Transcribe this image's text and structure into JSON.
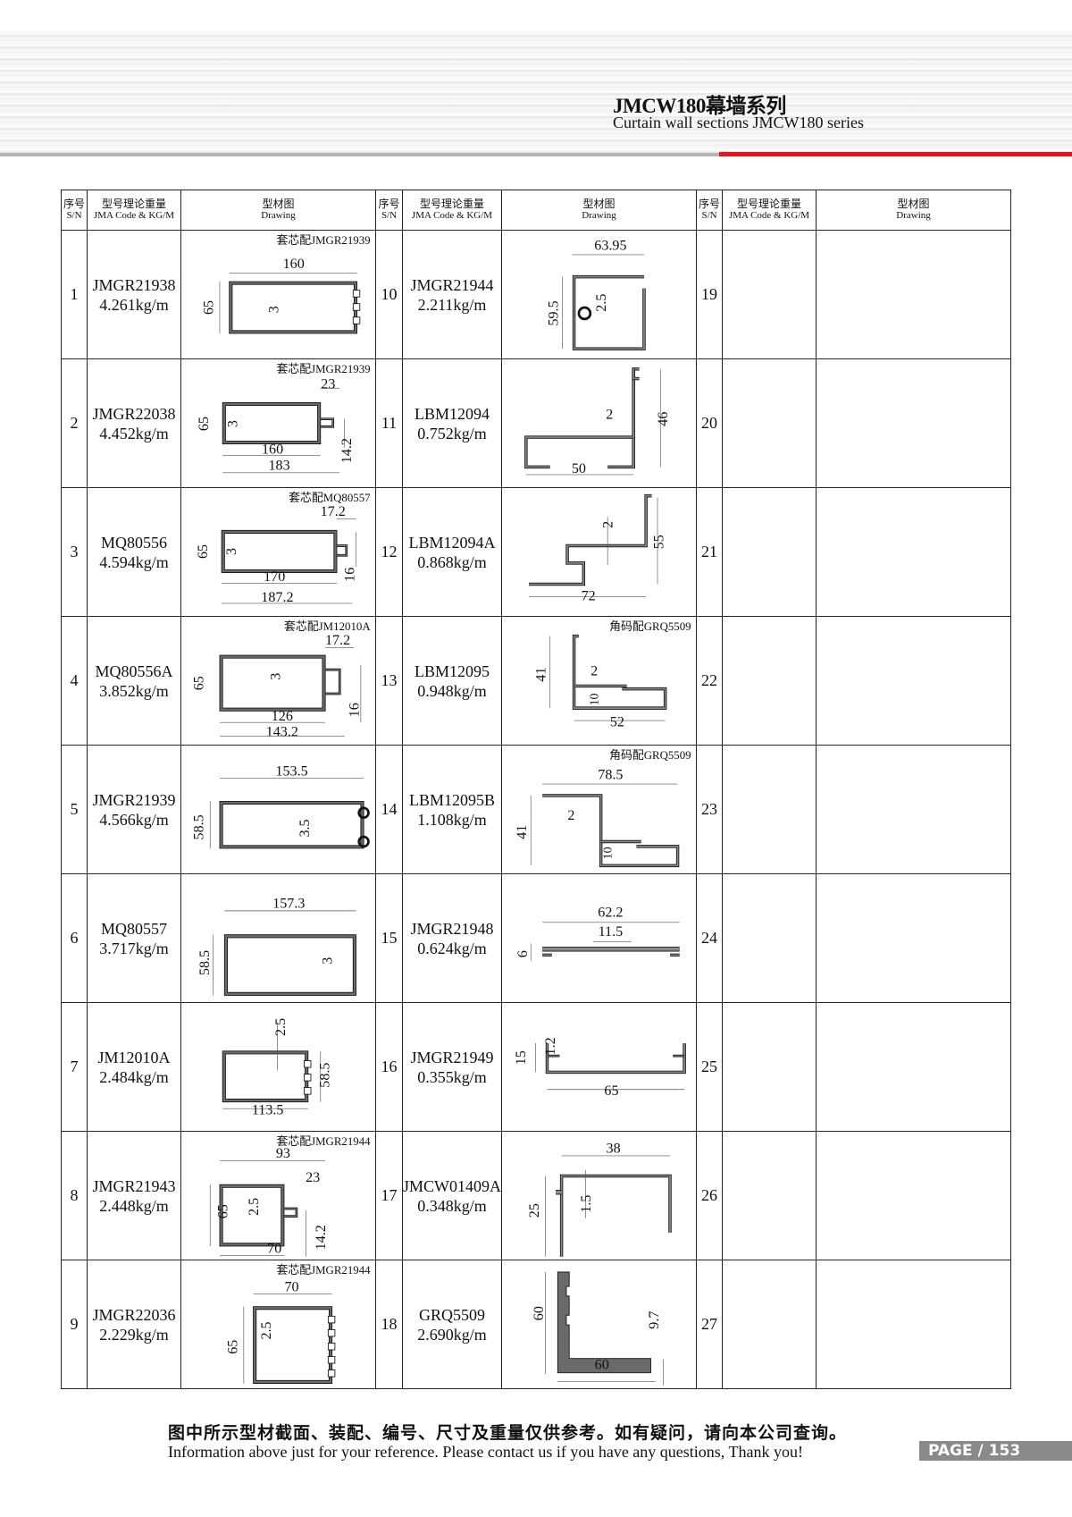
{
  "header": {
    "title": "JMCW180幕墙系列",
    "subtitle": "Curtain wall sections JMCW180 series",
    "accent_color": "#e8141c"
  },
  "table": {
    "headers": {
      "sn_cn": "序号",
      "sn_en": "S/N",
      "code_cn": "型号理论重量",
      "code_en": "JMA Code & KG/M",
      "drawing_cn": "型材图",
      "drawing_en": "Drawing"
    },
    "rows": [
      {
        "sn": "1",
        "code": "JMGR21938",
        "weight": "4.261kg/m",
        "note": "套芯配JMGR21939",
        "dims": [
          "160",
          "65",
          "3"
        ]
      },
      {
        "sn": "2",
        "code": "JMGR22038",
        "weight": "4.452kg/m",
        "note": "套芯配JMGR21939",
        "dims": [
          "23",
          "65",
          "3",
          "160",
          "183",
          "14.2"
        ]
      },
      {
        "sn": "3",
        "code": "MQ80556",
        "weight": "4.594kg/m",
        "note": "套芯配MQ80557",
        "dims": [
          "17.2",
          "65",
          "3",
          "170",
          "187.2",
          "16"
        ]
      },
      {
        "sn": "4",
        "code": "MQ80556A",
        "weight": "3.852kg/m",
        "note": "套芯配JM12010A",
        "dims": [
          "17.2",
          "65",
          "3",
          "126",
          "143.2",
          "16"
        ]
      },
      {
        "sn": "5",
        "code": "JMGR21939",
        "weight": "4.566kg/m",
        "note": "",
        "dims": [
          "153.5",
          "58.5",
          "3.5"
        ]
      },
      {
        "sn": "6",
        "code": "MQ80557",
        "weight": "3.717kg/m",
        "note": "",
        "dims": [
          "157.3",
          "58.5",
          "3"
        ]
      },
      {
        "sn": "7",
        "code": "JM12010A",
        "weight": "2.484kg/m",
        "note": "",
        "dims": [
          "2.5",
          "58.5",
          "113.5"
        ]
      },
      {
        "sn": "8",
        "code": "JMGR21943",
        "weight": "2.448kg/m",
        "note": "套芯配JMGR21944",
        "dims": [
          "93",
          "23",
          "65",
          "2.5",
          "70",
          "14.2"
        ]
      },
      {
        "sn": "9",
        "code": "JMGR22036",
        "weight": "2.229kg/m",
        "note": "套芯配JMGR21944",
        "dims": [
          "70",
          "65",
          "2.5"
        ]
      },
      {
        "sn": "10",
        "code": "JMGR21944",
        "weight": "2.211kg/m",
        "note": "",
        "dims": [
          "63.95",
          "59.5",
          "2.5"
        ]
      },
      {
        "sn": "11",
        "code": "LBM12094",
        "weight": "0.752kg/m",
        "note": "",
        "dims": [
          "2",
          "46",
          "50"
        ]
      },
      {
        "sn": "12",
        "code": "LBM12094A",
        "weight": "0.868kg/m",
        "note": "",
        "dims": [
          "2",
          "55",
          "72"
        ]
      },
      {
        "sn": "13",
        "code": "LBM12095",
        "weight": "0.948kg/m",
        "note": "角码配GRQ5509",
        "dims": [
          "41",
          "2",
          "10",
          "52"
        ]
      },
      {
        "sn": "14",
        "code": "LBM12095B",
        "weight": "1.108kg/m",
        "note": "角码配GRQ5509",
        "dims": [
          "78.5",
          "41",
          "2",
          "10"
        ]
      },
      {
        "sn": "15",
        "code": "JMGR21948",
        "weight": "0.624kg/m",
        "note": "",
        "dims": [
          "62.2",
          "11.5",
          "6"
        ]
      },
      {
        "sn": "16",
        "code": "JMGR21949",
        "weight": "0.355kg/m",
        "note": "",
        "dims": [
          "15",
          "1.2",
          "65"
        ]
      },
      {
        "sn": "17",
        "code": "JMCW01409A",
        "weight": "0.348kg/m",
        "note": "",
        "dims": [
          "38",
          "1.5",
          "25"
        ]
      },
      {
        "sn": "18",
        "code": "GRQ5509",
        "weight": "2.690kg/m",
        "note": "",
        "dims": [
          "60",
          "9.7",
          "60"
        ]
      },
      {
        "sn": "19"
      },
      {
        "sn": "20"
      },
      {
        "sn": "21"
      },
      {
        "sn": "22"
      },
      {
        "sn": "23"
      },
      {
        "sn": "24"
      },
      {
        "sn": "25"
      },
      {
        "sn": "26"
      },
      {
        "sn": "27"
      }
    ]
  },
  "footer": {
    "note_cn": "图中所示型材截面、装配、编号、尺寸及重量仅供参考。如有疑问，请向本公司查询。",
    "note_en": "Information above just for your reference. Please contact us if you have any questions, Thank you!",
    "page": "PAGE / 153"
  }
}
